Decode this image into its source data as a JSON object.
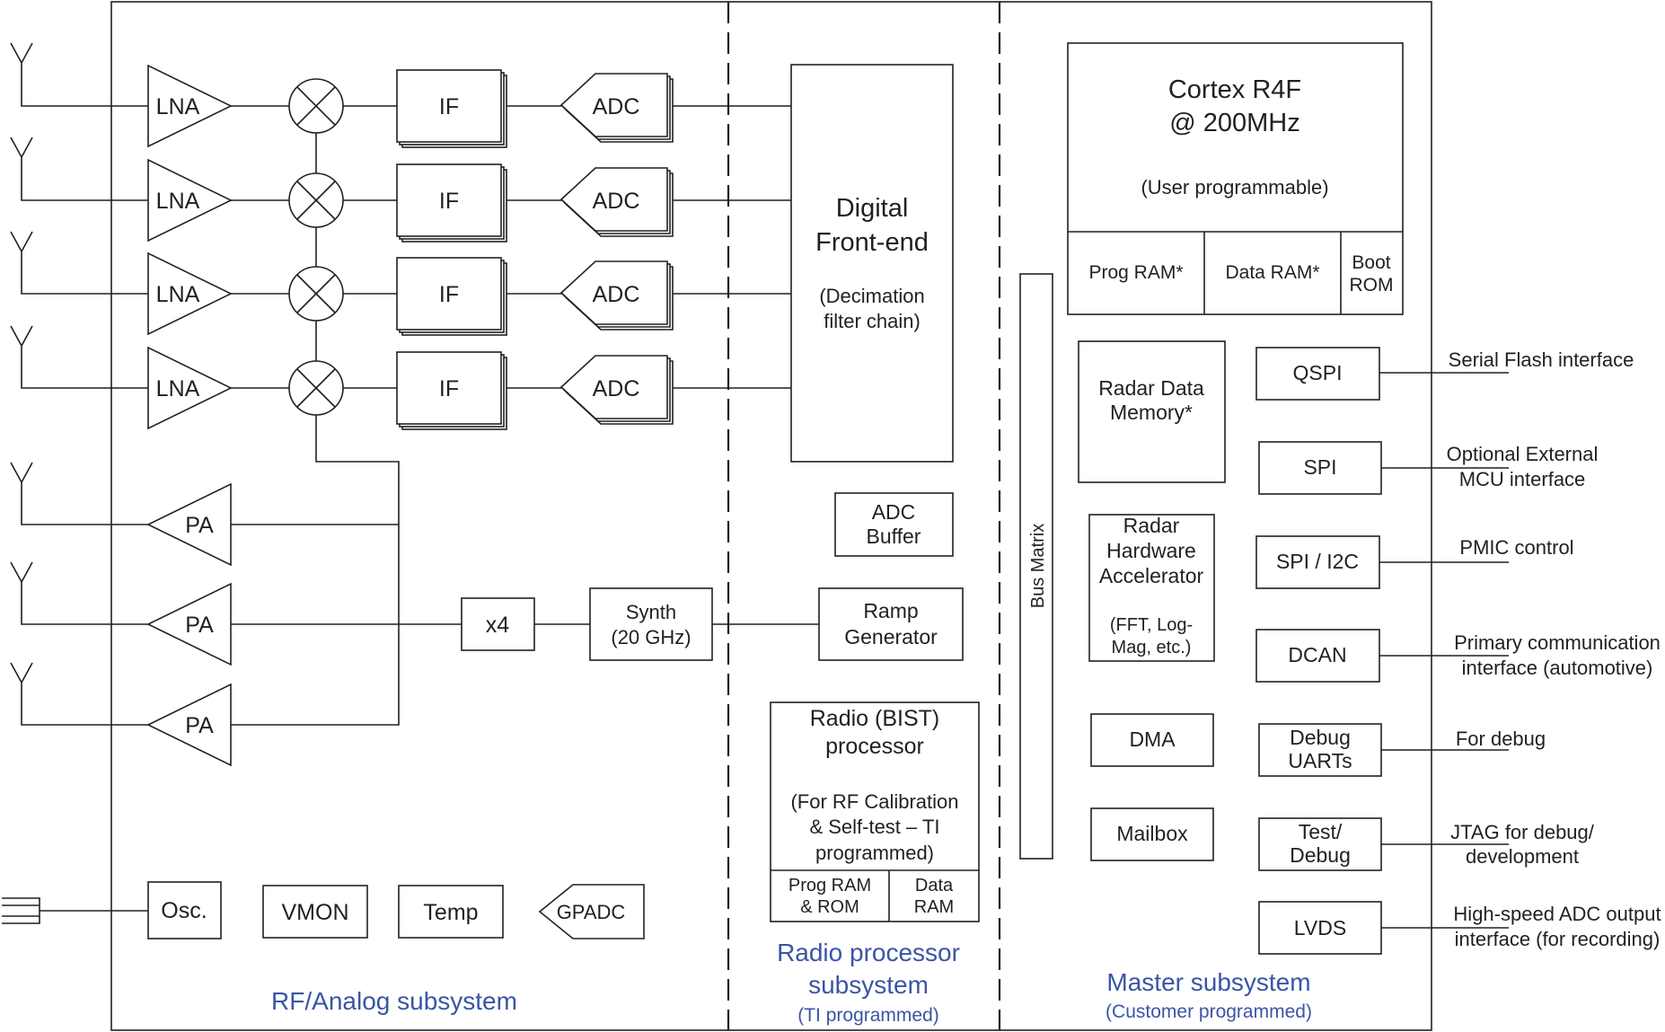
{
  "rf": {
    "lna": "LNA",
    "if_label": "IF",
    "adc": "ADC",
    "pa": "PA",
    "x4": "x4",
    "synth": [
      "Synth",
      "(20 GHz)"
    ],
    "osc": "Osc.",
    "vmon": "VMON",
    "temp": "Temp",
    "gpadc": "GPADC",
    "subsystem": "RF/Analog subsystem"
  },
  "radio": {
    "dfe": [
      "Digital",
      "Front-end",
      "(Decimation",
      "filter chain)"
    ],
    "adc_buffer": [
      "ADC",
      "Buffer"
    ],
    "ramp": [
      "Ramp",
      "Generator"
    ],
    "bist": [
      "Radio (BIST)",
      "processor",
      "(For RF Calibration",
      "& Self-test  – TI",
      "programmed)"
    ],
    "prog_ram_rom": [
      "Prog RAM",
      "& ROM"
    ],
    "data_ram": [
      "Data",
      "RAM"
    ],
    "subsystem": [
      "Radio processor",
      "subsystem"
    ],
    "subsystem_note": "(TI programmed)"
  },
  "master": {
    "cortex": [
      "Cortex R4F",
      "@ 200MHz"
    ],
    "cortex_note": "(User programmable)",
    "prog_ram": "Prog RAM*",
    "data_ram": "Data RAM*",
    "boot_rom": [
      "Boot",
      "ROM"
    ],
    "bus_matrix": "Bus Matrix",
    "radar_mem": [
      "Radar Data",
      "Memory*"
    ],
    "hwa": [
      "Radar",
      "Hardware",
      "Accelerator",
      "(FFT, Log-",
      "Mag, etc.)"
    ],
    "dma": "DMA",
    "mailbox": "Mailbox",
    "qspi": "QSPI",
    "spi": "SPI",
    "spi_i2c": "SPI / I2C",
    "dcan": "DCAN",
    "debug_uarts": [
      "Debug",
      "UARTs"
    ],
    "test_debug": [
      "Test/",
      "Debug"
    ],
    "lvds": "LVDS",
    "subsystem": "Master subsystem",
    "subsystem_note": "(Customer programmed)"
  },
  "interfaces": {
    "qspi": "Serial Flash interface",
    "spi": [
      "Optional External",
      "MCU interface"
    ],
    "spi_i2c": "PMIC control",
    "dcan": [
      "Primary communication",
      "interface (automotive)"
    ],
    "uart": "For debug",
    "jtag": [
      "JTAG for debug/",
      "development"
    ],
    "lvds": [
      "High-speed ADC output",
      "interface (for recording)"
    ]
  },
  "colors": {
    "line": "#231f20",
    "subsystem_label": "#3a55a5"
  }
}
